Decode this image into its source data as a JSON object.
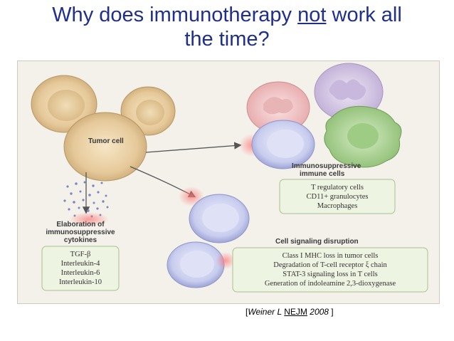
{
  "title": {
    "part1": "Why does immunotherapy ",
    "emphasis": "not",
    "part2": " work all",
    "line2": "the time?"
  },
  "figure": {
    "tumor_cell_label": "Tumor cell",
    "immunosuppressive": {
      "heading_line1": "Immunosuppressive",
      "heading_line2": "immune cells",
      "items": [
        "T regulatory cells",
        "CD11+ granulocytes",
        "Macrophages"
      ]
    },
    "cytokines": {
      "heading_line1": "Elaboration of",
      "heading_line2": "immunosuppressive",
      "heading_line3": "cytokines",
      "items": [
        "TGF-β",
        "Interleukin-4",
        "Interleukin-6",
        "Interleukin-10"
      ]
    },
    "signaling": {
      "heading": "Cell signaling disruption",
      "items": [
        "Class I MHC loss in tumor cells",
        "Degradation of T-cell receptor ξ chain",
        "STAT-3 signaling loss in T cells",
        "Generation of indoleamine 2,3-dioxygenase"
      ]
    }
  },
  "citation": {
    "open": "[",
    "author": "Weiner L ",
    "journal": "NEJM",
    "year": " 2008",
    "close": " ]"
  },
  "colors": {
    "title": "#1f2f8a",
    "tumor_cell": "#e6c99a",
    "t_cell": "#c9cdee",
    "granulocyte": "#f3c4c4",
    "neutrophil": "#d8cbe6",
    "macrophage": "#b7d8a0",
    "box_fill": "#eef4e2"
  }
}
